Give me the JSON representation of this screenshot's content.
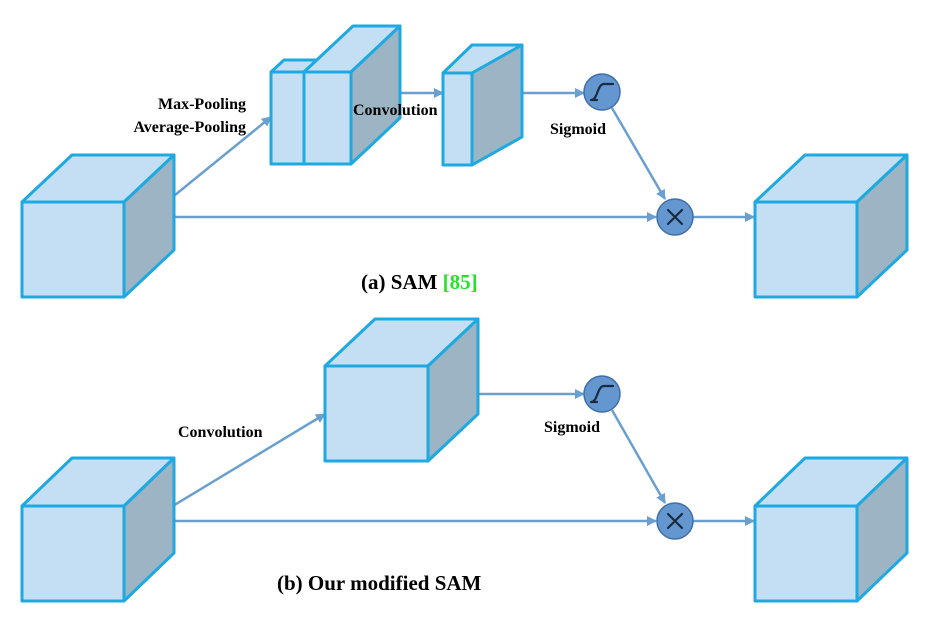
{
  "colors": {
    "stroke": "#1ea9e0",
    "front_face": "#c4dff3",
    "top_face": "#c4dff3",
    "side_face": "#9cb4c4",
    "arrow": "#6a9fd0",
    "node_fill": "#6497cf",
    "node_stroke": "#3f6fa6",
    "citation": "#27e02a"
  },
  "icons": {
    "sigmoid": "sigmoid-curve-icon",
    "multiply": "multiply-icon"
  },
  "diagram_a": {
    "pooling_label_1": "Max-Pooling",
    "pooling_label_2": "Average-Pooling",
    "conv_label": "Convolution",
    "sigmoid_label": "Sigmoid",
    "caption_prefix": "(a) SAM ",
    "caption_citation": "[85]"
  },
  "diagram_b": {
    "conv_label": "Convolution",
    "sigmoid_label": "Sigmoid",
    "caption": "(b) Our modified SAM"
  }
}
